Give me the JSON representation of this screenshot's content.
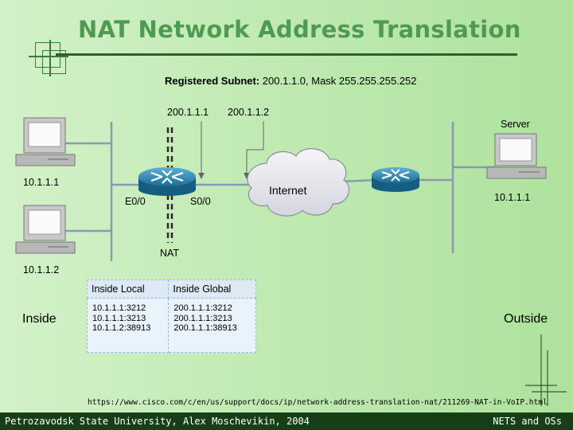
{
  "slide": {
    "title": "NAT Network Address Translation",
    "registered_subnet_label": "Registered Subnet:",
    "registered_subnet_value": " 200.1.1.0, Mask 255.255.255.252",
    "source_url": "https://www.cisco.com/c/en/us/support/docs/ip/network-address-translation-nat/211269-NAT-in-VoIP.html"
  },
  "diagram": {
    "global_ip_1": "200.1.1.1",
    "global_ip_2": "200.1.1.2",
    "host_1_ip": "10.1.1.1",
    "host_2_ip": "10.1.1.2",
    "server_label": "Server",
    "server_ip": "10.1.1.1",
    "router_e0": "E0/0",
    "router_s0": "S0/0",
    "nat_label": "NAT",
    "internet_label": "Internet",
    "inside_label": "Inside",
    "outside_label": "Outside"
  },
  "nat_table": {
    "headers": [
      "Inside Local",
      "Inside Global"
    ],
    "inside_local": [
      "10.1.1.1:3212",
      "10.1.1.1:3213",
      "10.1.1.2:38913"
    ],
    "inside_global": [
      "200.1.1.1:3212",
      "200.1.1.1:3213",
      "200.1.1.1:38913"
    ]
  },
  "footer": {
    "left": "Petrozavodsk State University, Alex Moschevikin, 2004",
    "right": "NETS and OSs"
  },
  "colors": {
    "title": "#4f9a52",
    "router": "#1f7fa8",
    "footer_bg": "#173f17",
    "cloud": "#e4e4ec"
  }
}
